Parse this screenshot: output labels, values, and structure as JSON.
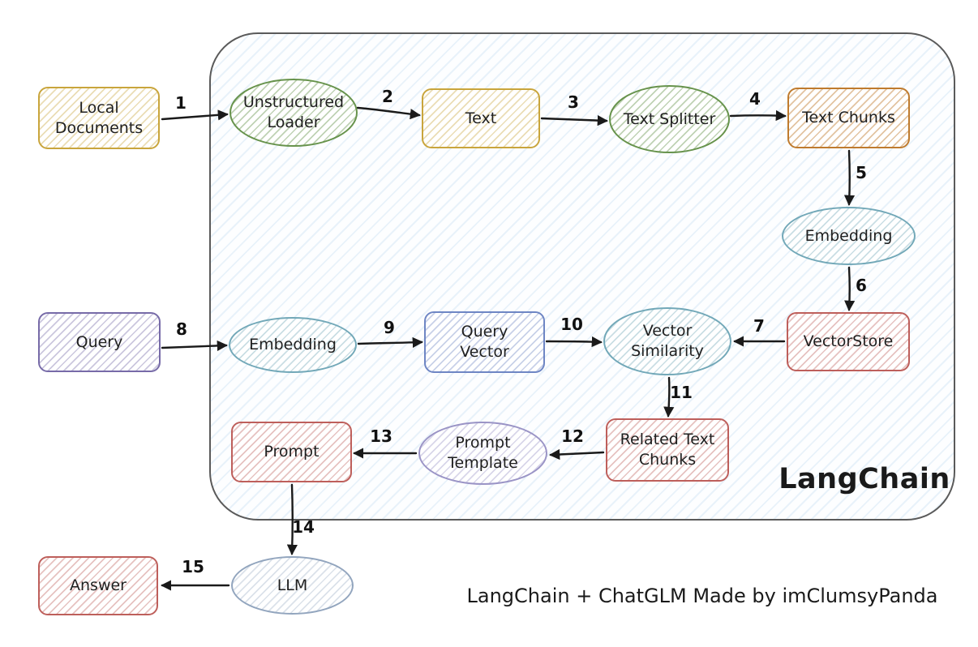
{
  "diagram": {
    "container_label": "LangChain",
    "caption": "LangChain + ChatGLM Made by imClumsyPanda",
    "nodes": {
      "local_documents": "Local Documents",
      "unstructured_loader": "Unstructured Loader",
      "text": "Text",
      "text_splitter": "Text Splitter",
      "text_chunks": "Text Chunks",
      "embedding_top": "Embedding",
      "vectorstore": "VectorStore",
      "vector_similarity": "Vector Similarity",
      "query_vector": "Query Vector",
      "embedding_query": "Embedding",
      "query": "Query",
      "related_text_chunks": "Related Text Chunks",
      "prompt_template": "Prompt Template",
      "prompt": "Prompt",
      "llm": "LLM",
      "answer": "Answer"
    },
    "edges": {
      "e1": "1",
      "e2": "2",
      "e3": "3",
      "e4": "4",
      "e5": "5",
      "e6": "6",
      "e7": "7",
      "e8": "8",
      "e9": "9",
      "e10": "10",
      "e11": "11",
      "e12": "12",
      "e13": "13",
      "e14": "14",
      "e15": "15"
    },
    "colors": {
      "yellow": "#C9A53C",
      "green": "#67934C",
      "orange": "#BF7B2E",
      "teal": "#72A8B8",
      "red": "#BE5F5B",
      "purple": "#776BA8",
      "blue": "#6E86C4",
      "lavender": "#9A94C6",
      "bluegray": "#92A5BE",
      "container_hatch": "#82B4E1",
      "arrow": "#1A1A1A"
    }
  }
}
